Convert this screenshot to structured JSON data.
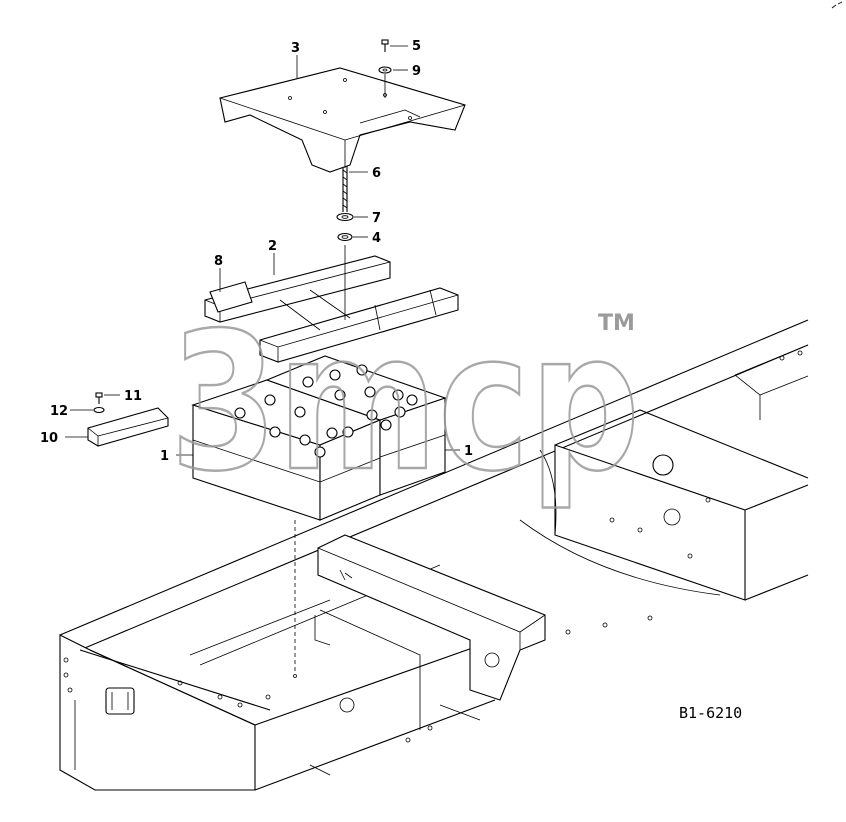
{
  "drawing_code": "B1-6210",
  "watermark": {
    "text": "3mcp",
    "trademark": "TM"
  },
  "callouts": [
    {
      "number": "1",
      "part": "battery-left"
    },
    {
      "number": "1",
      "part": "battery-right"
    },
    {
      "number": "2",
      "part": "battery-clamp-bracket"
    },
    {
      "number": "3",
      "part": "battery-cover"
    },
    {
      "number": "4",
      "part": "nut"
    },
    {
      "number": "5",
      "part": "bolt"
    },
    {
      "number": "6",
      "part": "j-bolt-rod"
    },
    {
      "number": "7",
      "part": "washer"
    },
    {
      "number": "8",
      "part": "clamp-pad"
    },
    {
      "number": "9",
      "part": "washer"
    },
    {
      "number": "10",
      "part": "angle-bracket"
    },
    {
      "number": "11",
      "part": "bolt"
    },
    {
      "number": "12",
      "part": "washer"
    }
  ]
}
